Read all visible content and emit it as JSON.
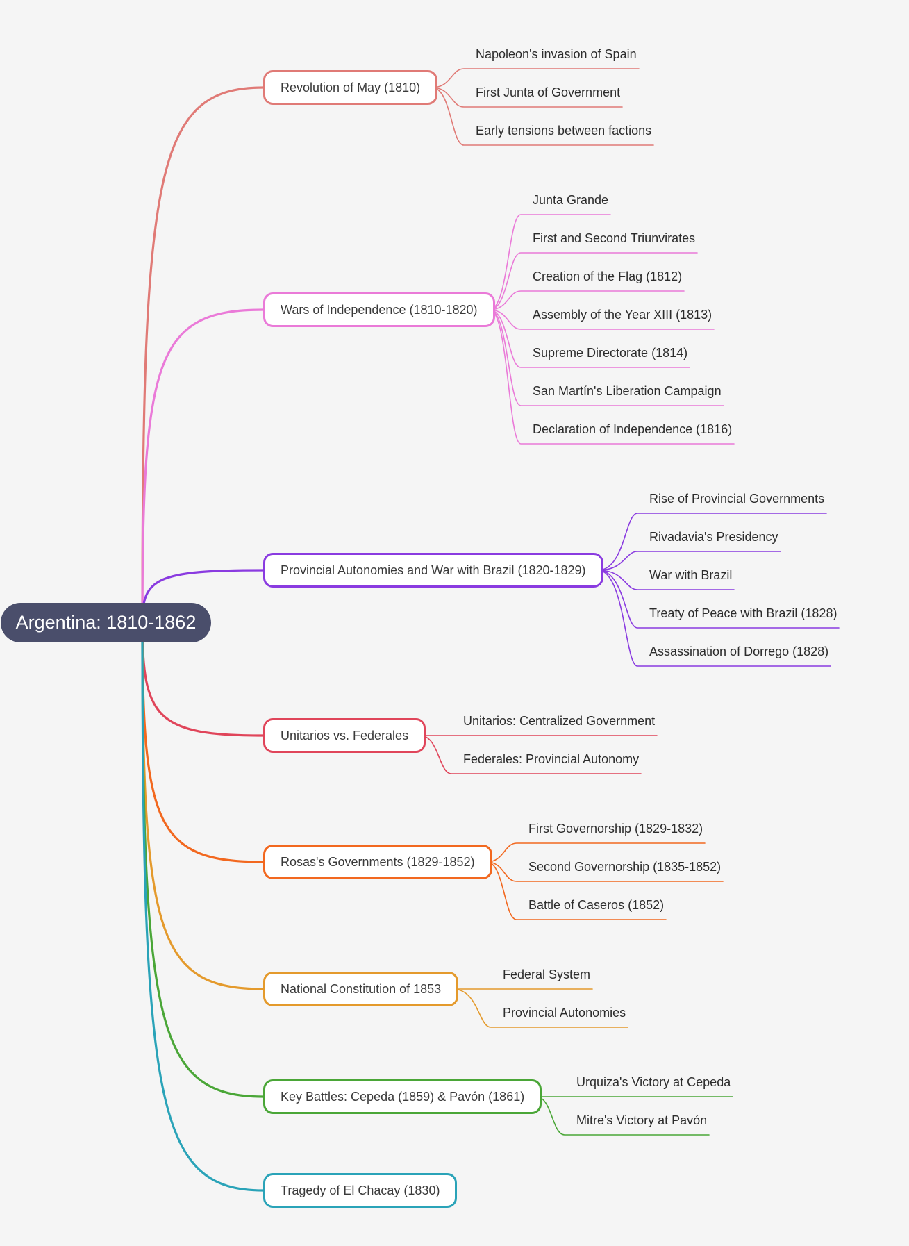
{
  "root": {
    "label": "Argentina: 1810-1862",
    "color": "#4a4e6b"
  },
  "branches": [
    {
      "label": "Revolution of May (1810)",
      "color": "#e07a76",
      "children": [
        "Napoleon's invasion of Spain",
        "First Junta of Government",
        "Early tensions between factions"
      ]
    },
    {
      "label": "Wars of Independence (1810-1820)",
      "color": "#ea7ad8",
      "children": [
        "Junta Grande",
        "First and Second Triunvirates",
        "Creation of the Flag (1812)",
        "Assembly of the Year XIII (1813)",
        "Supreme Directorate (1814)",
        "San Martín's Liberation Campaign",
        "Declaration of Independence (1816)"
      ]
    },
    {
      "label": "Provincial Autonomies and War with Brazil (1820-1829)",
      "color": "#8a3be0",
      "children": [
        "Rise of Provincial Governments",
        "Rivadavia's Presidency",
        "War with Brazil",
        "Treaty of Peace with Brazil (1828)",
        "Assassination of Dorrego (1828)"
      ]
    },
    {
      "label": "Unitarios vs. Federales",
      "color": "#e0455a",
      "children": [
        "Unitarios: Centralized Government",
        "Federales: Provincial Autonomy"
      ]
    },
    {
      "label": "Rosas's Governments (1829-1852)",
      "color": "#f2681f",
      "children": [
        "First Governorship (1829-1832)",
        "Second Governorship (1835-1852)",
        "Battle of Caseros (1852)"
      ]
    },
    {
      "label": "National Constitution of 1853",
      "color": "#e49a2c",
      "children": [
        "Federal System",
        "Provincial Autonomies"
      ]
    },
    {
      "label": "Key Battles: Cepeda (1859) & Pavón (1861)",
      "color": "#4aa637",
      "children": [
        "Urquiza's Victory at Cepeda",
        "Mitre's Victory at Pavón"
      ]
    },
    {
      "label": "Tragedy of El Chacay (1830)",
      "color": "#2aa3b8",
      "children": []
    }
  ]
}
